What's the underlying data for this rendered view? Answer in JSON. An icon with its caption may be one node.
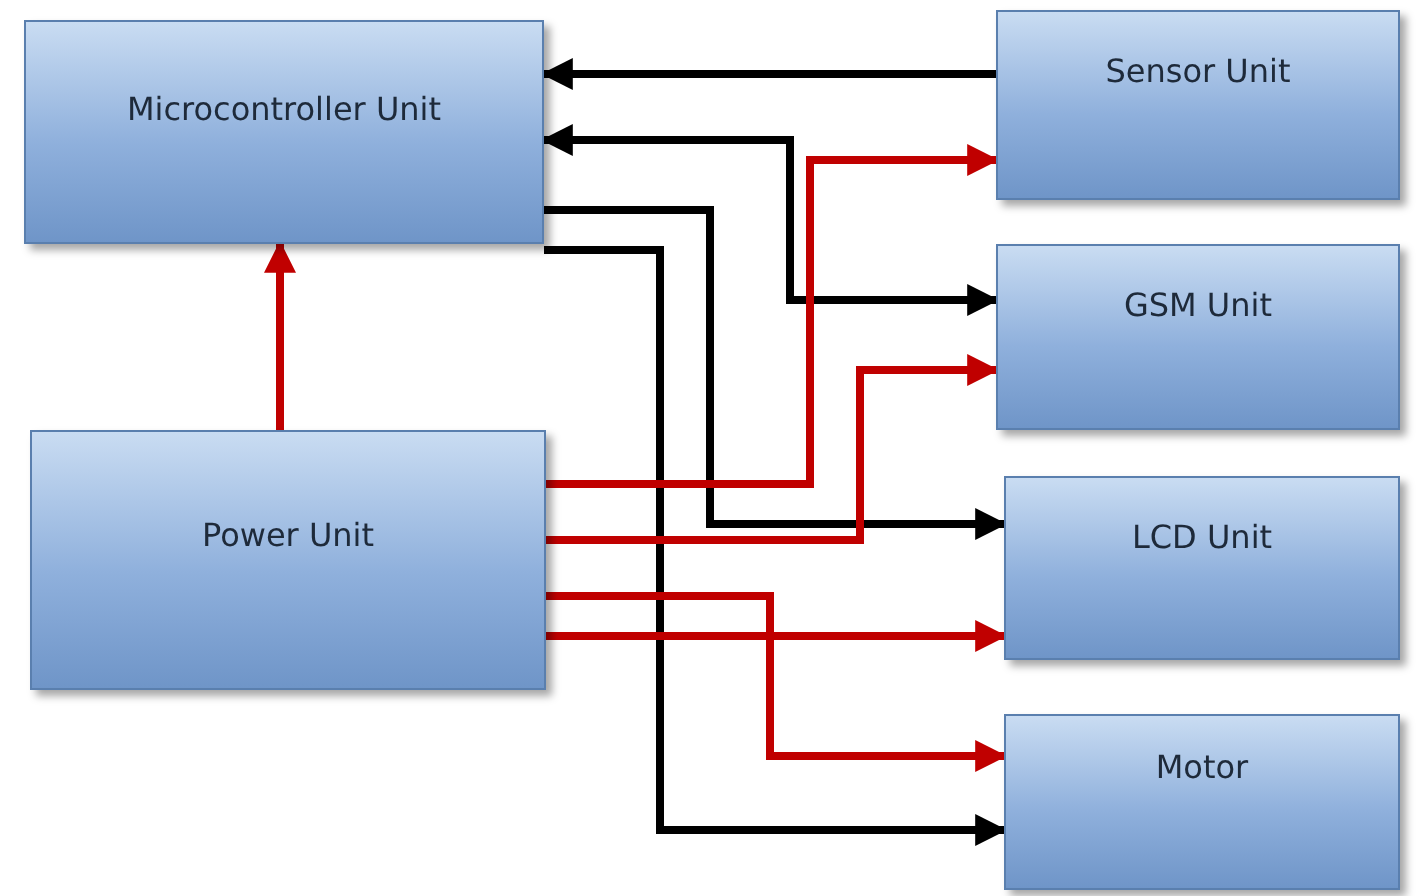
{
  "diagram": {
    "nodes": [
      {
        "text": [
          "Microcontroller Unit"
        ]
      },
      {
        "text": [
          "Sensor Unit"
        ]
      },
      {
        "text": [
          "GSM Unit"
        ]
      },
      {
        "text": [
          "Power Unit"
        ]
      },
      {
        "text": [
          "LCD Unit"
        ]
      },
      {
        "text": [
          "Motor"
        ]
      }
    ],
    "edges": [
      {
        "from": 1,
        "to": 0,
        "arrow": "to",
        "color": "#000000"
      },
      {
        "from": 0,
        "to": 2,
        "arrow": "both",
        "color": "#000000"
      },
      {
        "from": 0,
        "to": 4,
        "arrow": "to",
        "color": "#000000"
      },
      {
        "from": 0,
        "to": 5,
        "arrow": "to",
        "color": "#000000"
      },
      {
        "from": 3,
        "to": 0,
        "arrow": "to"
      },
      {
        "from": 3,
        "to": 1,
        "arrow": "to"
      },
      {
        "from": 3,
        "to": 2,
        "arrow": "to"
      },
      {
        "from": 3,
        "to": 4,
        "arrow": "to"
      },
      {
        "from": 3,
        "to": 5,
        "arrow": "to"
      }
    ]
  }
}
